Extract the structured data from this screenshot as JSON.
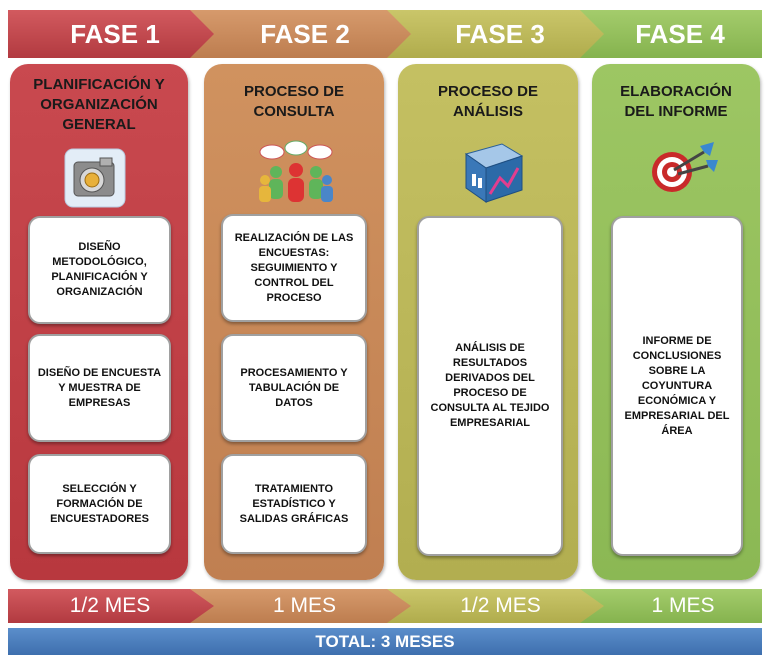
{
  "colors": {
    "phase1": "#c1444a",
    "phase2": "#c9895b",
    "phase3": "#bdb95a",
    "phase4": "#94c05c",
    "total": "#4a7dbd"
  },
  "phases": [
    {
      "title": "FASE 1",
      "heading": "PLANIFICACIÓN Y ORGANIZACIÓN GENERAL",
      "icon": "camera-gear-icon",
      "duration": "1/2 MES",
      "tasks": [
        "DISEÑO METODOLÓGICO, PLANIFICACIÓN Y ORGANIZACIÓN",
        "DISEÑO DE ENCUESTA Y MUESTRA DE EMPRESAS",
        "SELECCIÓN Y FORMACIÓN DE ENCUESTADORES"
      ]
    },
    {
      "title": "FASE 2",
      "heading": "PROCESO DE CONSULTA",
      "icon": "people-discussion-icon",
      "duration": "1 MES",
      "tasks": [
        "REALIZACIÓN DE LAS ENCUESTAS: SEGUIMIENTO Y CONTROL DEL PROCESO",
        "PROCESAMIENTO Y TABULACIÓN DE DATOS",
        "TRATAMIENTO ESTADÍSTICO Y SALIDAS GRÁFICAS"
      ]
    },
    {
      "title": "FASE 3",
      "heading": "PROCESO DE ANÁLISIS",
      "icon": "chart-cube-icon",
      "duration": "1/2 MES",
      "tasks": [
        "ANÁLISIS DE RESULTADOS DERIVADOS DEL PROCESO DE CONSULTA AL TEJIDO EMPRESARIAL"
      ]
    },
    {
      "title": "FASE 4",
      "heading": "ELABORACIÓN DEL INFORME",
      "icon": "target-darts-icon",
      "duration": "1 MES",
      "tasks": [
        "INFORME DE CONCLUSIONES SOBRE LA COYUNTURA ECONÓMICA Y EMPRESARIAL DEL ÁREA"
      ]
    }
  ],
  "total": "TOTAL: 3 MESES"
}
